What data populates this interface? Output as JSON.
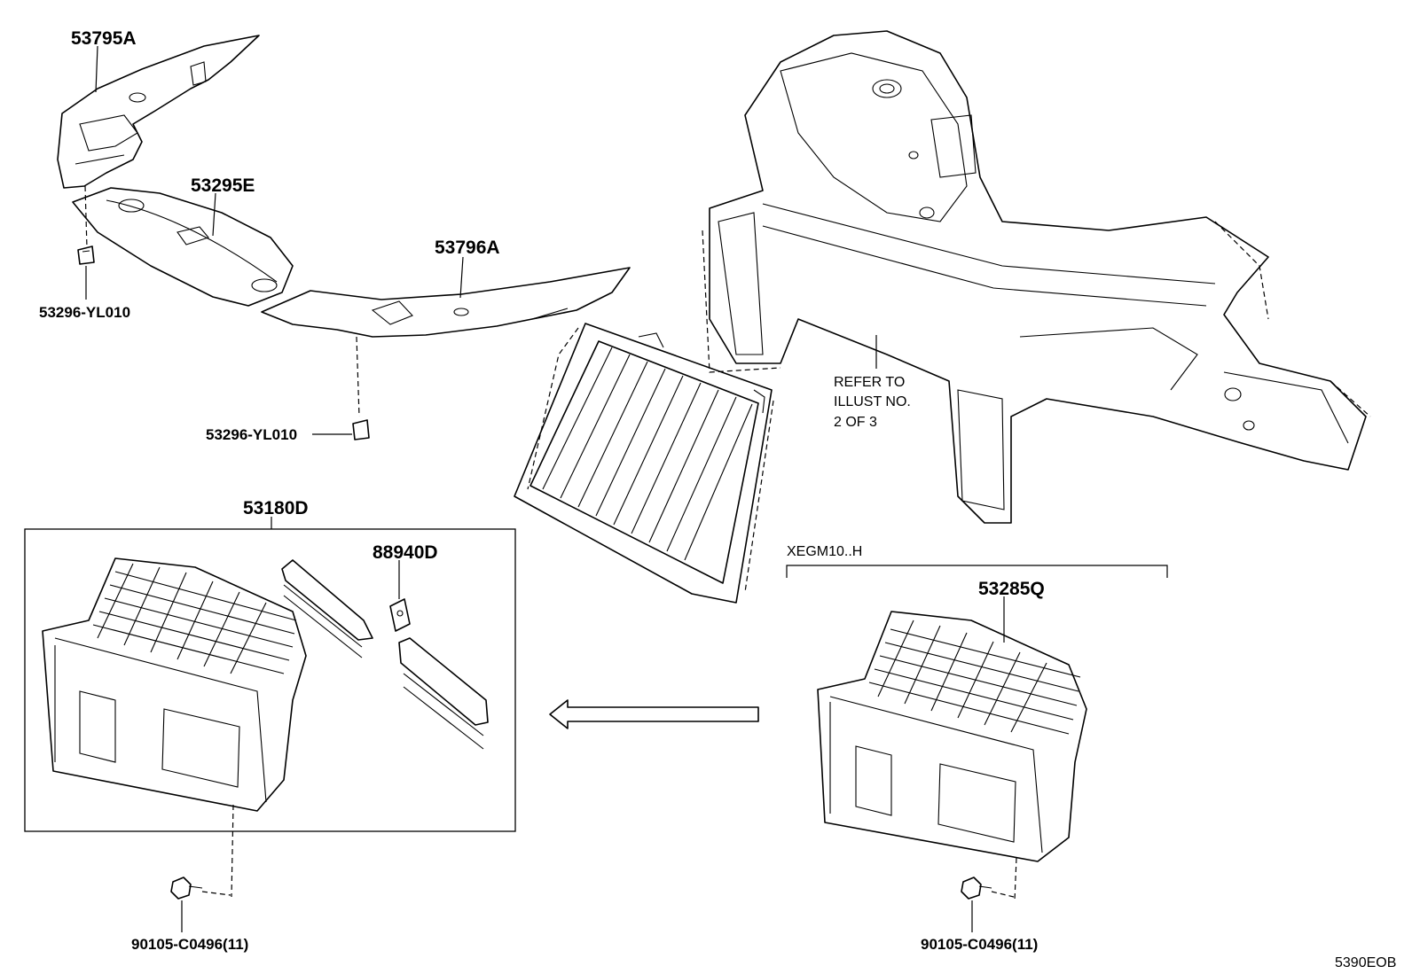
{
  "labels": {
    "p53795A": "53795A",
    "p53295E": "53295E",
    "p53796A": "53796A",
    "p53296_top": "53296-YL010",
    "p53296_mid": "53296-YL010",
    "p53180D": "53180D",
    "p88940D": "88940D",
    "p53285Q": "53285Q",
    "p90105_left": "90105-C0496(11)",
    "p90105_right": "90105-C0496(11)"
  },
  "note": {
    "line1": "REFER TO",
    "line2": "ILLUST NO.",
    "line3": "2 OF 3"
  },
  "variant": "XEGM10..H",
  "figure_code": "5390EOB"
}
